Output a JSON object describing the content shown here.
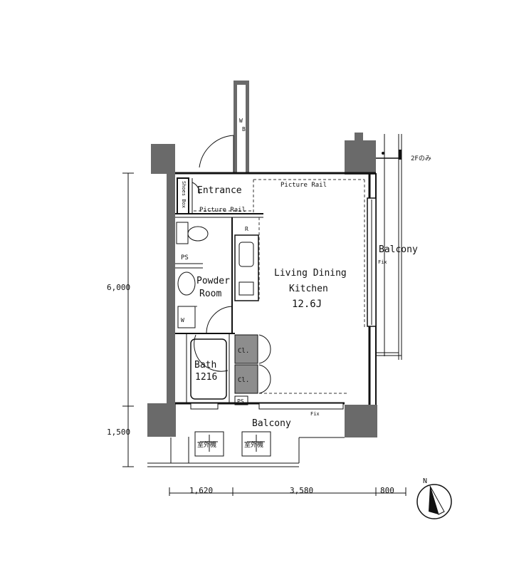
{
  "rooms": {
    "entrance": "Entrance",
    "picture_rail_top": "Picture Rail",
    "picture_rail_entrance": "Picture Rail",
    "shoes_box": "Shoes Box",
    "ps_top": "PS",
    "powder_room_line1": "Powder",
    "powder_room_line2": "Room",
    "ldk_line1": "Living Dining",
    "ldk_line2": "Kitchen",
    "ldk_area": "12.6J",
    "bath_line1": "Bath",
    "bath_line2": "1216",
    "cl_1": "Cl.",
    "cl_2": "Cl.",
    "ps_bottom": "PS",
    "balcony_side": "Balcony",
    "balcony_bottom": "Balcony",
    "fix_side": "Fix",
    "fix_bottom": "Fix",
    "wb_w": "W",
    "wb_b": "B",
    "note_2f": "2Fのみ",
    "fridge": "R",
    "washer": "W",
    "outdoor_unit_1": "室外機",
    "outdoor_unit_2": "室外機"
  },
  "dimensions": {
    "height_main": "6,000",
    "height_balcony": "1,500",
    "width_1": "1,620",
    "width_2": "3,580",
    "width_3": "800"
  },
  "compass": {
    "label": "N"
  }
}
